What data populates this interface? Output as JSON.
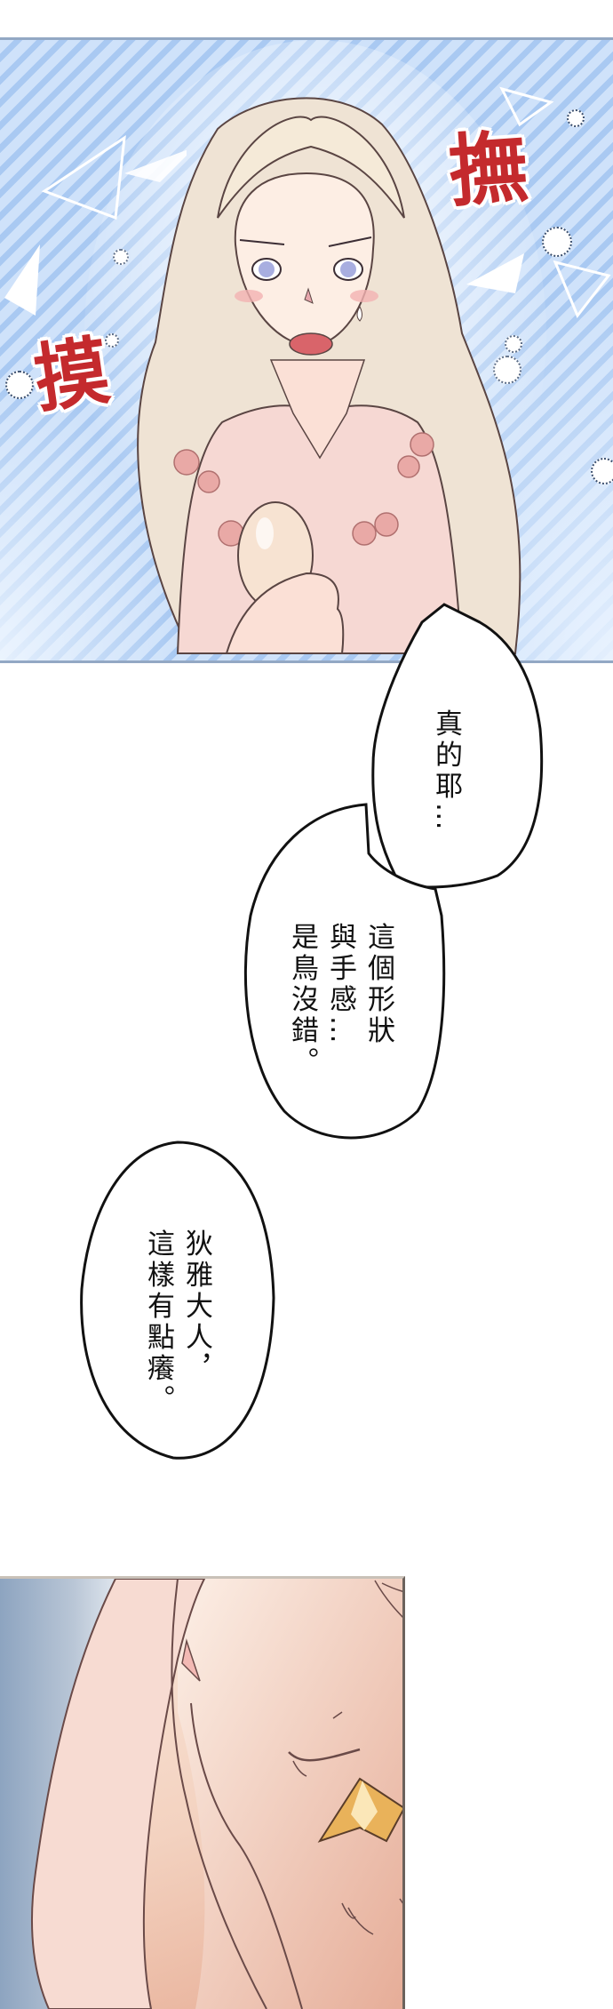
{
  "page": {
    "type": "webtoon-vertical-strip",
    "background_color": "#ffffff"
  },
  "panel1": {
    "description": "Blonde girl in pink rose-patterned dress gently stroking an egg held to her chest",
    "background_colors": [
      "#cfe2fa",
      "#a9c9f2"
    ],
    "sfx": [
      {
        "text": "撫",
        "color": "#c42a2d",
        "position": "top-right"
      },
      {
        "text": "摸",
        "color": "#c42a2d",
        "position": "left"
      }
    ]
  },
  "bubbles": [
    {
      "id": "bubble-1",
      "lines": [
        "真的耶…"
      ]
    },
    {
      "id": "bubble-2",
      "lines": [
        "這個形狀",
        "與手感…",
        "是鳥沒錯。"
      ]
    },
    {
      "id": "bubble-3",
      "lines": [
        "狄雅大人，",
        "這樣有點癢。"
      ]
    }
  ],
  "panel2": {
    "description": "Close-up of a hand pressed against a baby chick's face with closed eyes and a yellow beak",
    "beak_color": "#e9b25a",
    "skin_colors": [
      "#fbe9dc",
      "#e7ad95"
    ]
  }
}
